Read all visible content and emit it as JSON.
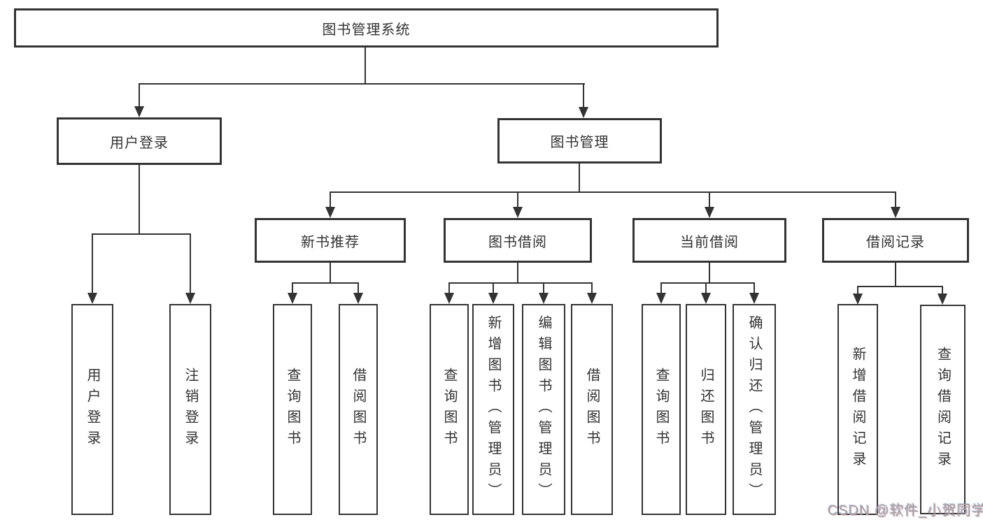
{
  "diagram": {
    "root": {
      "label": "图书管理系统"
    },
    "level1": [
      {
        "id": "user-login",
        "label": "用户登录"
      },
      {
        "id": "book-management",
        "label": "图书管理"
      }
    ],
    "level2": [
      {
        "id": "new-book-recommendation",
        "label": "新书推荐"
      },
      {
        "id": "book-borrowing",
        "label": "图书借阅"
      },
      {
        "id": "current-borrowing",
        "label": "当前借阅"
      },
      {
        "id": "borrowing-records",
        "label": "借阅记录"
      }
    ],
    "leaves": [
      {
        "id": "user-login-leaf",
        "label": "用户登录"
      },
      {
        "id": "logout",
        "label": "注销登录"
      },
      {
        "id": "query-books-recommend",
        "label": "查询图书"
      },
      {
        "id": "borrow-books-recommend",
        "label": "借阅图书"
      },
      {
        "id": "query-books-borrowing",
        "label": "查询图书"
      },
      {
        "id": "add-book-admin",
        "label": "新增图书（管理员）"
      },
      {
        "id": "edit-book-admin",
        "label": "编辑图书（管理员）"
      },
      {
        "id": "borrow-books-borrowing",
        "label": "借阅图书"
      },
      {
        "id": "query-books-current",
        "label": "查询图书"
      },
      {
        "id": "return-books",
        "label": "归还图书"
      },
      {
        "id": "confirm-return-admin",
        "label": "确认归还（管理员）"
      },
      {
        "id": "add-borrow-record",
        "label": "新增借阅记录"
      },
      {
        "id": "query-borrow-record",
        "label": "查询借阅记录"
      }
    ],
    "watermark": "CSDN @软件_小贺同学",
    "colors": {
      "line": "#333333",
      "text": "#333333",
      "box_background": "#ffffff",
      "watermark": "#a3a3a3"
    }
  }
}
